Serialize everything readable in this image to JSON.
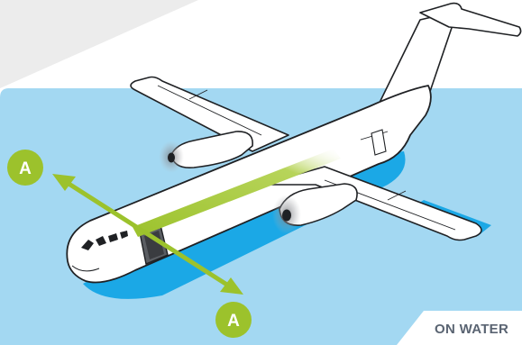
{
  "scene": {
    "caption": "ON WATER",
    "colors": {
      "sky_panel": "#ececec",
      "water": "#a3d8f2",
      "water_shadow": "#1ba8e6",
      "fuselage": "#ffffff",
      "outline": "#1f2124",
      "evacuation_path": "#9cc22c",
      "badge": "#9cc22c"
    }
  },
  "markers": [
    {
      "label": "A",
      "position": "left"
    },
    {
      "label": "A",
      "position": "bottom"
    }
  ],
  "icons": [
    "aircraft-icon",
    "double-headed-arrow-icon",
    "propeller-icon"
  ]
}
